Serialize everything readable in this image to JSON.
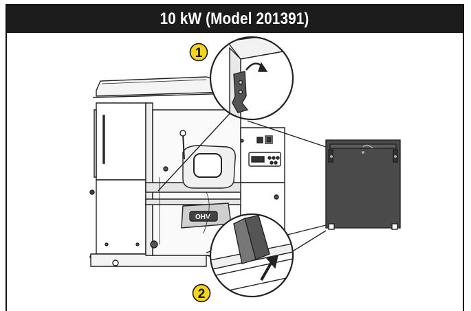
{
  "header": {
    "title": "10 kW (Model 201391)"
  },
  "callouts": [
    {
      "label": "1",
      "color": "#f5d51c"
    },
    {
      "label": "2",
      "color": "#f5d51c"
    }
  ],
  "colors": {
    "title_bg": "#1c1c1c",
    "callout_fill": "#f5d51c",
    "panel_fill": "#4a4a4a"
  }
}
